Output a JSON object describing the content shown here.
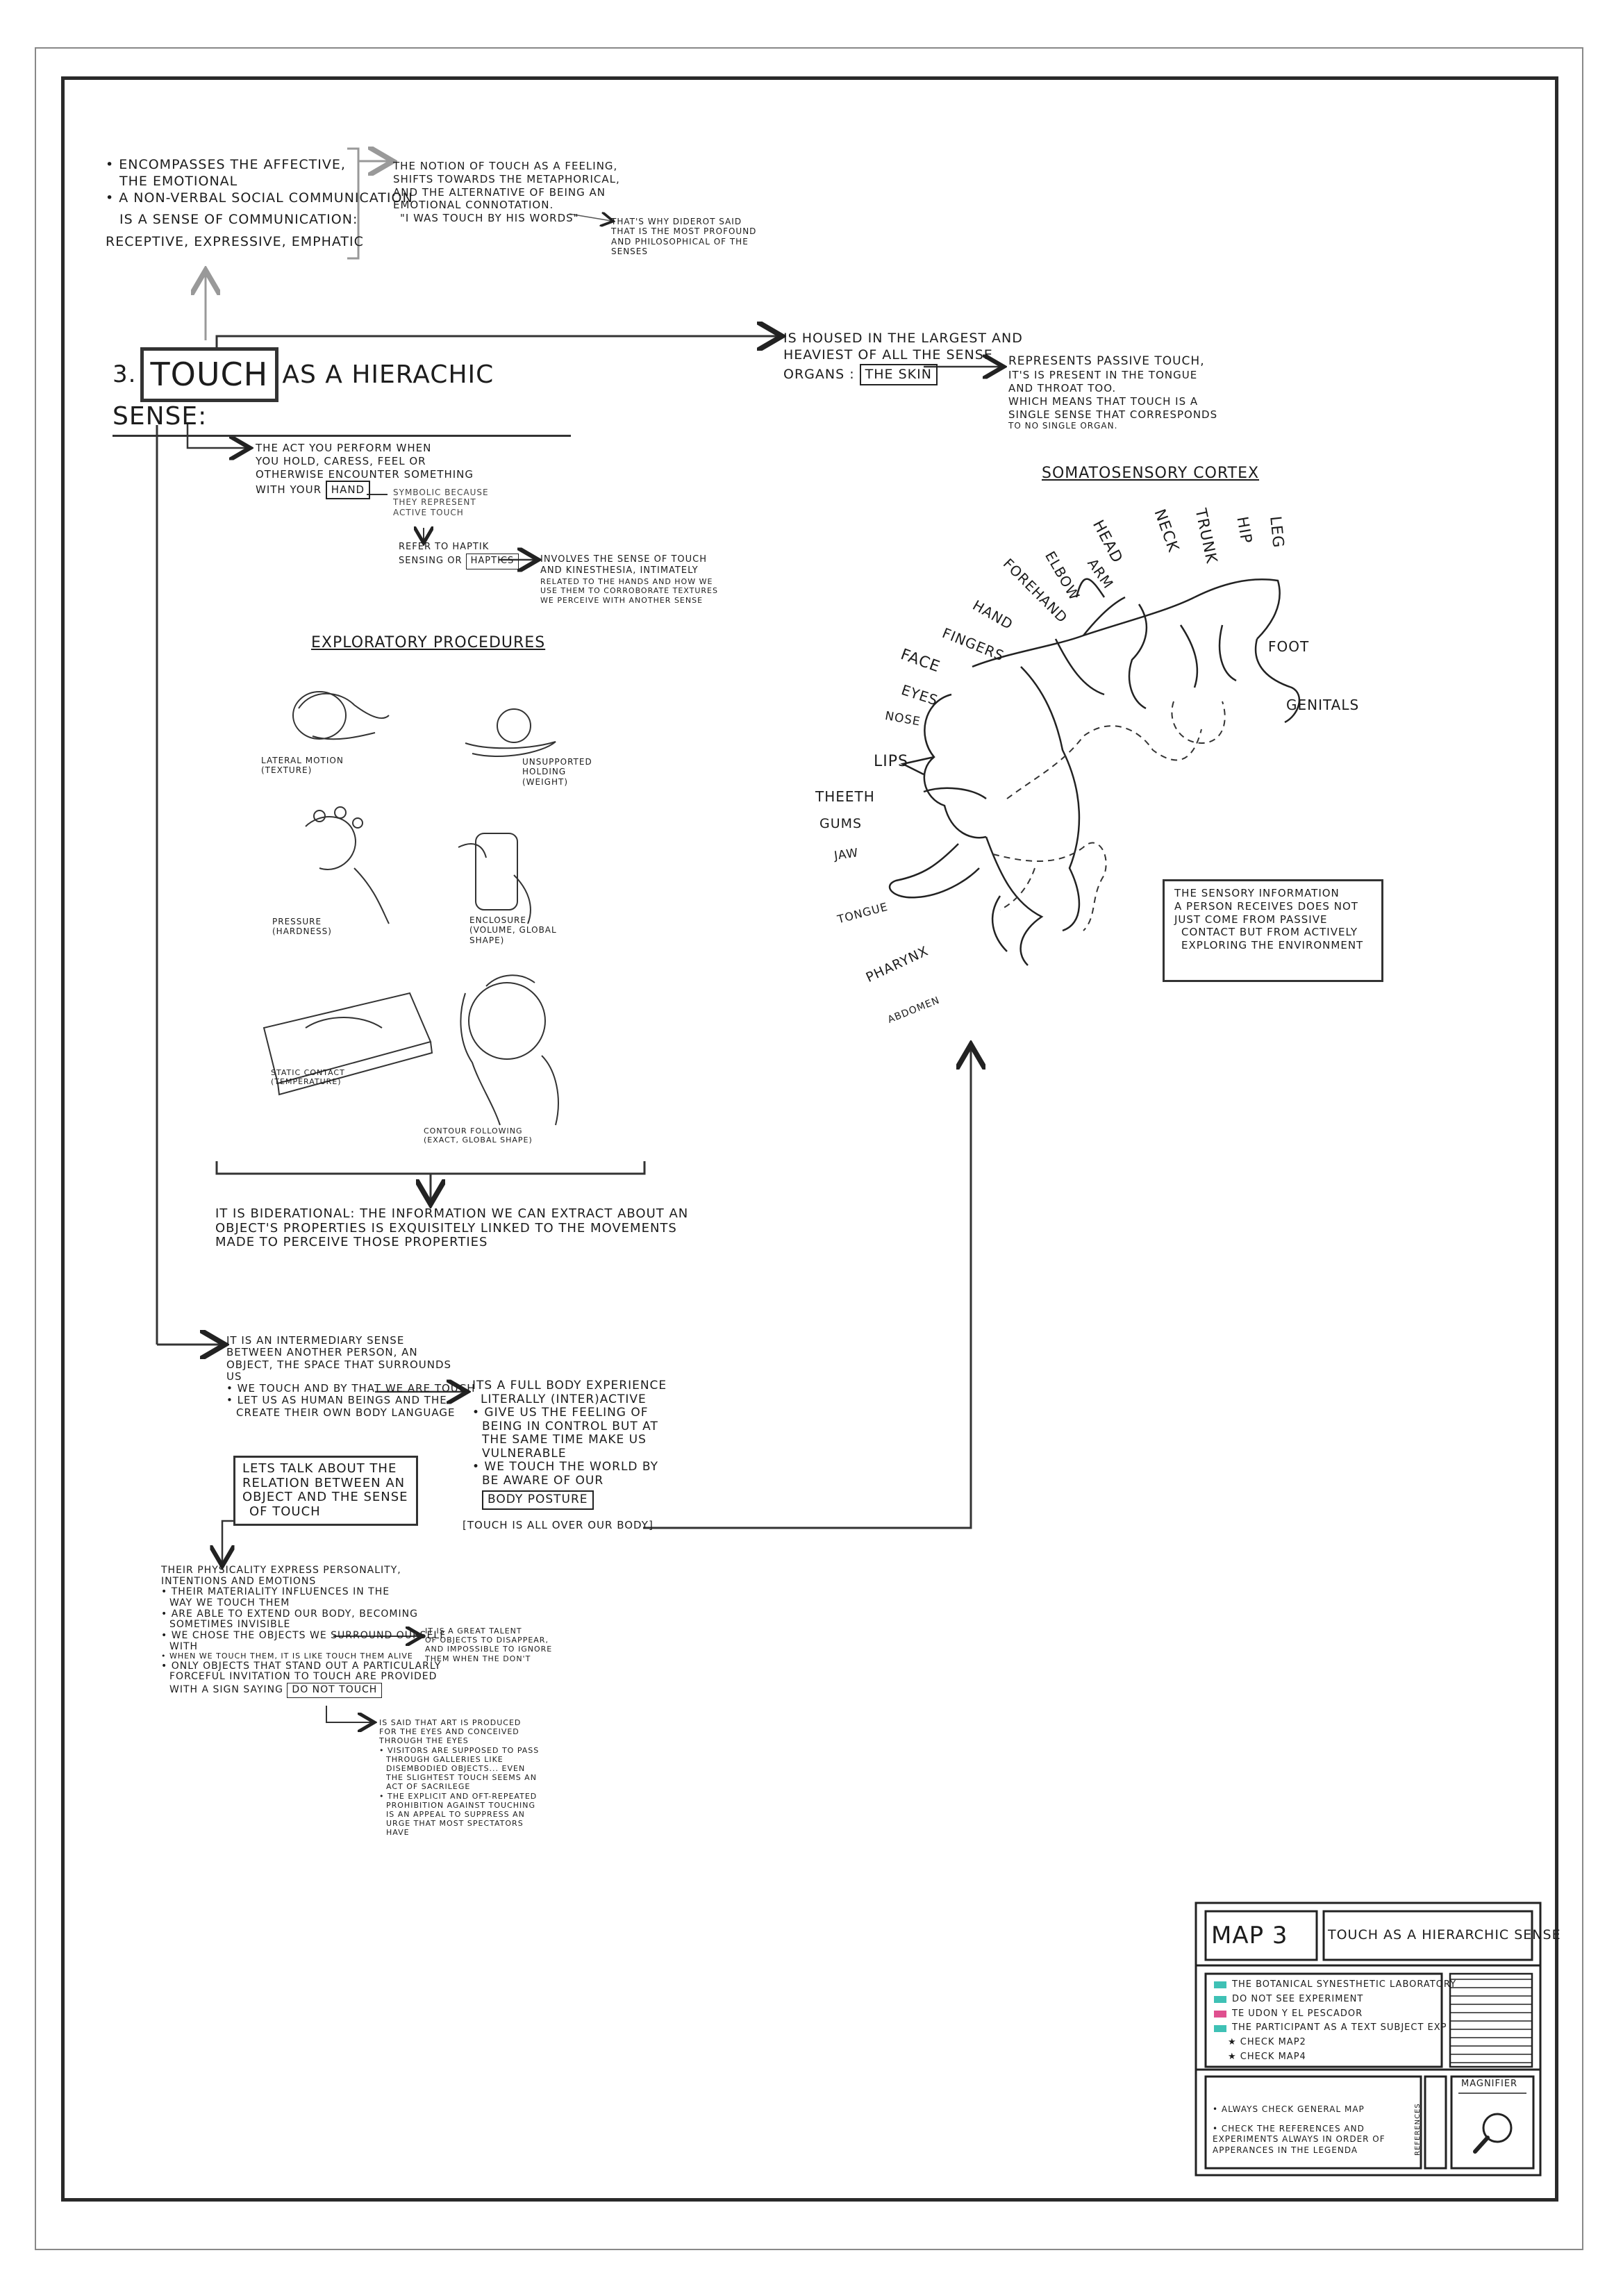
{
  "header": {
    "number": "3.",
    "title_boxed": "TOUCH",
    "title_rest": "AS A HIERACHIC SENSE:"
  },
  "top_left_notes": [
    "• ENCOMPASSES THE AFFECTIVE,",
    "THE EMOTIONAL",
    "• A NON-VERBAL SOCIAL COMMUNICATION",
    "IS A SENSE OF COMMUNICATION:",
    "RECEPTIVE, EXPRESSIVE, EMPHATIC"
  ],
  "top_mid_notes": [
    "THE NOTION OF TOUCH AS A FEELING,",
    "SHIFTS TOWARDS THE METAPHORICAL,",
    "AND THE ALTERNATIVE OF BEING AN",
    "EMOTIONAL CONNOTATION.",
    "\"I WAS TOUCH BY HIS WORDS\""
  ],
  "top_right_small": [
    "THAT'S WHY DIDEROT SAID",
    "THAT IS THE MOST PROFOUND",
    "AND PHILOSOPHICAL OF THE",
    "SENSES"
  ],
  "skin_note": {
    "lines": [
      "IS HOUSED IN THE LARGEST AND",
      "HEAVIEST OF ALL THE SENSE",
      "ORGANS :"
    ],
    "boxed": "THE SKIN"
  },
  "passive_note": [
    "REPRESENTS PASSIVE TOUCH,",
    "IT'S IS PRESENT IN THE TONGUE",
    "AND THROAT TOO.",
    "WHICH MEANS THAT TOUCH IS A",
    "SINGLE SENSE THAT CORRESPONDS",
    "TO NO SINGLE ORGAN."
  ],
  "act_note": {
    "lines": [
      "THE ACT YOU PERFORM WHEN",
      "YOU HOLD, CARESS, FEEL OR",
      "OTHERWISE ENCOUNTER SOMETHING",
      "WITH YOUR"
    ],
    "boxed": "HAND"
  },
  "active_note": [
    "SYMBOLIC BECAUSE",
    "THEY REPRESENT",
    "ACTIVE TOUCH"
  ],
  "haptic_note": {
    "lines": [
      "REFER TO HAPTIK",
      "SENSING OR"
    ],
    "boxed": "HAPTICS"
  },
  "kinesthesia_note": [
    "INVOLVES THE SENSE OF TOUCH",
    "AND KINESTHESIA, INTIMATELY",
    "RELATED TO THE HANDS AND HOW WE",
    "USE THEM TO CORROBORATE TEXTURES",
    "WE PERCEIVE WITH ANOTHER SENSE"
  ],
  "exploratory": {
    "title": "EXPLORATORY PROCEDURES",
    "items": [
      {
        "label": "LATERAL MOTION\n(TEXTURE)"
      },
      {
        "label": "UNSUPPORTED\nHOLDING\n(WEIGHT)"
      },
      {
        "label": "PRESSURE\n(HARDNESS)"
      },
      {
        "label": "ENCLOSURE\n(VOLUME, GLOBAL\nSHAPE)"
      },
      {
        "label": "STATIC CONTACT\n(TEMPERATURE)"
      },
      {
        "label": "CONTOUR FOLLOWING\n(EXACT, GLOBAL SHAPE)"
      }
    ]
  },
  "bidirectional_note": [
    "IT IS BIDERATIONAL: THE INFORMATION WE CAN EXTRACT ABOUT AN",
    "OBJECT'S PROPERTIES IS EXQUISITELY LINKED TO THE MOVEMENTS",
    "MADE TO PERCEIVE THOSE PROPERTIES"
  ],
  "cortex": {
    "title": "SOMATOSENSORY CORTEX",
    "labels": [
      "HEAD",
      "NECK",
      "TRUNK",
      "HIP",
      "LEG",
      "ARM",
      "ELBOW",
      "FOREHAND",
      "HAND",
      "FINGERS",
      "FACE",
      "EYES",
      "NOSE",
      "LIPS",
      "THEETH",
      "GUMS",
      "JAW",
      "TONGUE",
      "PHARYNX",
      "ABDOMEN",
      "FOOT",
      "GENITALS"
    ]
  },
  "sensory_box": [
    "THE SENSORY INFORMATION",
    "A PERSON RECEIVES DOES NOT",
    "JUST COME FROM PASSIVE",
    "CONTACT BUT FROM ACTIVELY",
    "EXPLORING THE ENVIRONMENT"
  ],
  "intermediary": [
    "IT IS AN INTERMEDIARY SENSE",
    "BETWEEN ANOTHER PERSON, AN",
    "OBJECT, THE SPACE THAT SURROUNDS",
    "US",
    "• WE TOUCH AND BY THAT WE ARE TOUCH",
    "• LET US AS HUMAN BEINGS AND THE",
    "CREATE THEIR OWN BODY LANGUAGE"
  ],
  "full_body": [
    "ITS A FULL BODY EXPERIENCE",
    "LITERALLY (INTER)ACTIVE",
    "• GIVE US THE FEELING OF",
    "BEING IN CONTROL BUT AT",
    "THE SAME TIME MAKE US",
    "VULNERABLE",
    "• WE TOUCH THE WORLD BY",
    "BE AWARE OF OUR"
  ],
  "body_posture": "BODY POSTURE",
  "all_over": "[TOUCH IS ALL OVER OUR BODY]",
  "relation_box": [
    "LETS TALK ABOUT THE",
    "RELATION BETWEEN AN",
    "OBJECT AND THE SENSE",
    "OF TOUCH"
  ],
  "physicality": [
    "THEIR PHYSICALITY EXPRESS PERSONALITY,",
    "INTENTIONS AND EMOTIONS",
    "• THEIR MATERIALITY INFLUENCES IN THE",
    "WAY WE TOUCH THEM",
    "• ARE ABLE TO EXTEND OUR BODY, BECOMING",
    "SOMETIMES INVISIBLE",
    "• WE CHOSE THE OBJECTS WE SURROUND OURSELF",
    "WITH",
    "• WHEN WE TOUCH THEM, IT IS LIKE TOUCH THEM ALIVE",
    "• ONLY OBJECTS THAT STAND OUT A PARTICULARLY",
    "FORCEFUL INVITATION TO TOUCH ARE PROVIDED",
    "WITH A SIGN SAYING"
  ],
  "do_not_touch": "DO NOT TOUCH",
  "talent_note": [
    "IT IS A GREAT TALENT",
    "OF OBJECTS TO DISAPPEAR,",
    "AND IMPOSSIBLE TO IGNORE",
    "THEM WHEN THE DON'T"
  ],
  "art_note": [
    "IS SAID THAT ART IS PRODUCED",
    "FOR THE EYES AND CONCEIVED",
    "THROUGH THE EYES",
    "• VISITORS ARE SUPPOSED TO PASS",
    "THROUGH GALLERIES LIKE",
    "DISEMBODIED OBJECTS... EVEN",
    "THE SLIGHTEST TOUCH SEEMS AN",
    "ACT OF SACRILEGE",
    "• THE EXPLICIT AND OFT-REPEATED",
    "PROHIBITION AGAINST TOUCHING",
    "IS AN APPEAL TO SUPPRESS AN",
    "URGE THAT MOST SPECTATORS",
    "HAVE"
  ],
  "legend": {
    "map_label": "MAP 3",
    "map_title": "TOUCH AS A HIERARCHIC SENSE",
    "items": [
      {
        "text": "THE BOTANICAL SYNESTHETIC LABORATORY",
        "color": "#3fc1b5"
      },
      {
        "text": "DO NOT SEE EXPERIMENT",
        "color": "#3fc1b5"
      },
      {
        "text": "TE UDON Y EL PESCADOR",
        "color": "#e0508f"
      },
      {
        "text": "THE PARTICIPANT AS A TEXT SUBJECT EXP",
        "color": "#3fc1b5"
      }
    ],
    "checks": [
      "★ CHECK MAP2",
      "★ CHECK MAP4"
    ],
    "notes": [
      "• ALWAYS CHECK GENERAL MAP",
      "• CHECK THE REFERENCES AND EXPERIMENTS ALWAYS IN ORDER OF APPERANCES IN THE LEGENDA"
    ],
    "references_label": "REFERENCES",
    "magnifier_label": "MAGNIFIER"
  }
}
